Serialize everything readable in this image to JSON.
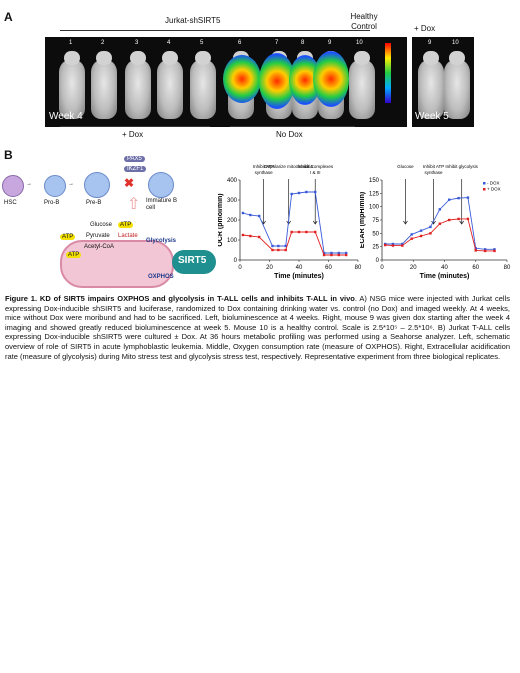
{
  "panel_a": {
    "label": "A",
    "group_title": "Jurkat-shSIRT5",
    "healthy_control": "Healthy Control",
    "plus_dox_top": "+ Dox",
    "week4": "Week 4",
    "week5": "Week 5",
    "mouse_numbers_left": [
      "1",
      "2",
      "3",
      "4",
      "5",
      "6",
      "7",
      "8",
      "9",
      "10"
    ],
    "mouse_numbers_right": [
      "9",
      "10"
    ],
    "plus_dox_bottom": "+ Dox",
    "no_dox": "No Dox"
  },
  "panel_b": {
    "label": "B",
    "schematic": {
      "hsc": "HSC",
      "pro_b": "Pro-B",
      "pre_b": "Pre-B",
      "immature_b": "Immature B cell",
      "pax5": "PAX5",
      "ikzf1": "IKZF1",
      "glycolysis": "Glycolysis",
      "oxphos": "OXPHOS",
      "sirt5": "SIRT5",
      "glucose": "Glucose",
      "pyruvate": "Pyruvate",
      "lactate": "Lactate",
      "acetyl_coa": "Acetyl-CoA",
      "atp": "ATP"
    }
  },
  "chart_data": [
    {
      "type": "line",
      "ylabel": "OCR (pmol/min)",
      "xlabel": "Time (minutes)",
      "xlim": [
        0,
        80
      ],
      "ylim": [
        0,
        400
      ],
      "xticks": [
        0,
        20,
        40,
        60,
        80
      ],
      "yticks": [
        0,
        100,
        200,
        300,
        400
      ],
      "annotations": [
        {
          "text": "Inhibit ATP synthase",
          "x": 16
        },
        {
          "text": "Depolarize mitochondria",
          "x": 33
        },
        {
          "text": "Inhibit Complexes I & III",
          "x": 51
        }
      ],
      "series": [
        {
          "color": "#3a5bd9",
          "x": [
            2,
            7,
            13,
            22,
            26,
            31,
            35,
            40,
            45,
            51,
            57,
            62,
            67,
            72
          ],
          "y": [
            235,
            225,
            220,
            70,
            70,
            70,
            330,
            335,
            340,
            340,
            35,
            35,
            35,
            35
          ]
        },
        {
          "color": "#e02020",
          "x": [
            2,
            7,
            13,
            22,
            26,
            31,
            35,
            40,
            45,
            51,
            57,
            62,
            67,
            72
          ],
          "y": [
            125,
            120,
            115,
            50,
            50,
            50,
            140,
            140,
            140,
            140,
            25,
            25,
            25,
            25
          ]
        }
      ]
    },
    {
      "type": "line",
      "ylabel": "ECAR (mpH/min)",
      "xlabel": "Time (minutes)",
      "xlim": [
        0,
        80
      ],
      "ylim": [
        0,
        150
      ],
      "xticks": [
        0,
        20,
        40,
        60,
        80
      ],
      "yticks": [
        0,
        25,
        50,
        75,
        100,
        125,
        150
      ],
      "legend": [
        "- DOX",
        "+ DOX"
      ],
      "annotations": [
        {
          "text": "Glucose",
          "x": 15
        },
        {
          "text": "Inhibit ATP synthase",
          "x": 33
        },
        {
          "text": "Inhibit glycolysis",
          "x": 51
        }
      ],
      "series": [
        {
          "name": "- DOX",
          "color": "#3a5bd9",
          "x": [
            2,
            7,
            13,
            19,
            25,
            31,
            37,
            43,
            49,
            55,
            60,
            66,
            72
          ],
          "y": [
            30,
            30,
            30,
            48,
            55,
            62,
            95,
            113,
            116,
            117,
            22,
            20,
            20
          ]
        },
        {
          "name": "+ DOX",
          "color": "#e02020",
          "x": [
            2,
            7,
            13,
            19,
            25,
            31,
            37,
            43,
            49,
            55,
            60,
            66,
            72
          ],
          "y": [
            28,
            27,
            27,
            40,
            45,
            50,
            68,
            75,
            77,
            77,
            18,
            17,
            17
          ]
        }
      ]
    }
  ],
  "caption": {
    "bold": "Figure 1. KD of SIRT5 impairs OXPHOS and glycolysis in T-ALL cells and inhibits T-ALL in vivo",
    "body": ". A) NSG mice were injected with Jurkat cells expressing Dox-inducible shSIRT5 and luciferase, randomized to Dox containing drinking water vs. control (no Dox) and imaged weekly. At 4 weeks, mice without Dox were moribund and had to be sacrificed. Left, bioluminescence at 4 weeks. Right, mouse 9 was given dox starting after the week 4 imaging and showed greatly reduced bioluminescence at week 5. Mouse 10 is a healthy control. Scale is 2.5*10⁵ – 2.5*10⁶. B) Jurkat T-ALL cells expressing Dox-inducible shSIRT5 were cultured ± Dox. At 36 hours metabolic profiling was performed using a Seahorse analyzer. Left, schematic overview of role of SIRT5 in acute lymphoblastic leukemia. Middle, Oxygen consumption rate (measure of OXPHOS). Right, Extracellular acidification rate (measure of glycolysis) during Mito stress test and glycolysis stress test, respectively. Representative experiment from three biological replicates."
  }
}
